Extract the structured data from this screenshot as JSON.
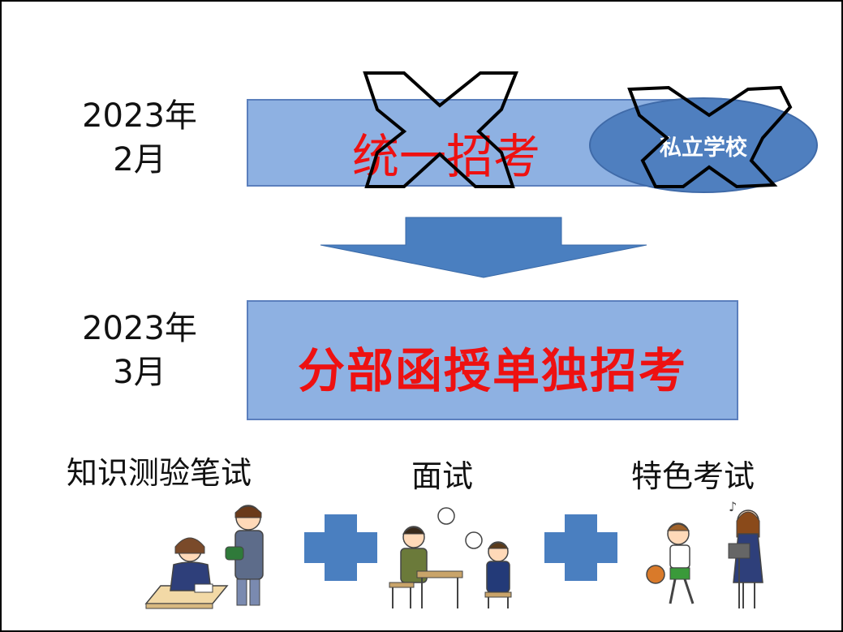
{
  "top_date": {
    "line1": "2023年",
    "line2": "2月"
  },
  "top_box": {
    "title": "统一招考",
    "badge": "私立学校"
  },
  "bottom_date": {
    "line1": "2023年",
    "line2": "3月"
  },
  "bottom_box": {
    "title": "分部函授单独招考"
  },
  "methods": [
    {
      "label": "知识测验笔试"
    },
    {
      "label": "面试"
    },
    {
      "label": "特色考试"
    }
  ],
  "colors": {
    "box_fill": "#8eb1e2",
    "box_border": "#5b7fbd",
    "arrow": "#4a7fc0",
    "plus": "#4a7fc0",
    "title_text": "#ee1111",
    "ellipse": "#4f7fbf"
  }
}
